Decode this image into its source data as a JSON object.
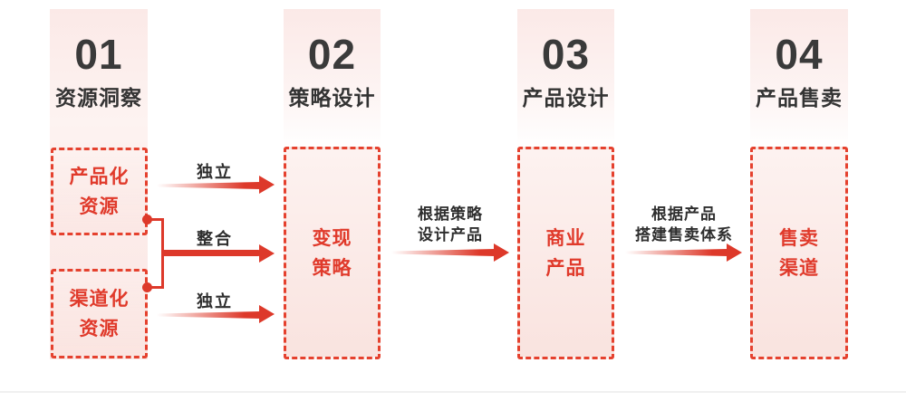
{
  "diagram": {
    "stages": [
      {
        "number": "01",
        "title": "资源洞察",
        "boxes": [
          {
            "lines": [
              "产品化",
              "资源"
            ]
          },
          {
            "lines": [
              "渠道化",
              "资源"
            ]
          }
        ]
      },
      {
        "number": "02",
        "title": "策略设计",
        "boxes": [
          {
            "lines": [
              "变现",
              "策略"
            ]
          }
        ]
      },
      {
        "number": "03",
        "title": "产品设计",
        "boxes": [
          {
            "lines": [
              "商业",
              "产品"
            ]
          }
        ]
      },
      {
        "number": "04",
        "title": "产品售卖",
        "boxes": [
          {
            "lines": [
              "售卖",
              "渠道"
            ]
          }
        ]
      }
    ],
    "arrows": [
      {
        "label": "独立",
        "from": "产品化资源",
        "to": "变现策略"
      },
      {
        "label": "整合",
        "from": "产品化资源+渠道化资源",
        "to": "变现策略"
      },
      {
        "label": "独立",
        "from": "渠道化资源",
        "to": "变现策略"
      },
      {
        "lines": [
          "根据策略",
          "设计产品"
        ],
        "from": "变现策略",
        "to": "商业产品"
      },
      {
        "lines": [
          "根据产品",
          "搭建售卖体系"
        ],
        "from": "商业产品",
        "to": "售卖渠道"
      }
    ],
    "colors": {
      "accent_red": "#dd392a",
      "dash_border_red": "#e5412e",
      "box_fill_top": "#fdf2f0",
      "box_fill_bottom": "#f9e3df",
      "column_tint": "#fbe9e7",
      "title_dark": "#3a3a3a",
      "box_text_red": "#e03a2b",
      "divider_gray": "#f0f0f0"
    }
  }
}
